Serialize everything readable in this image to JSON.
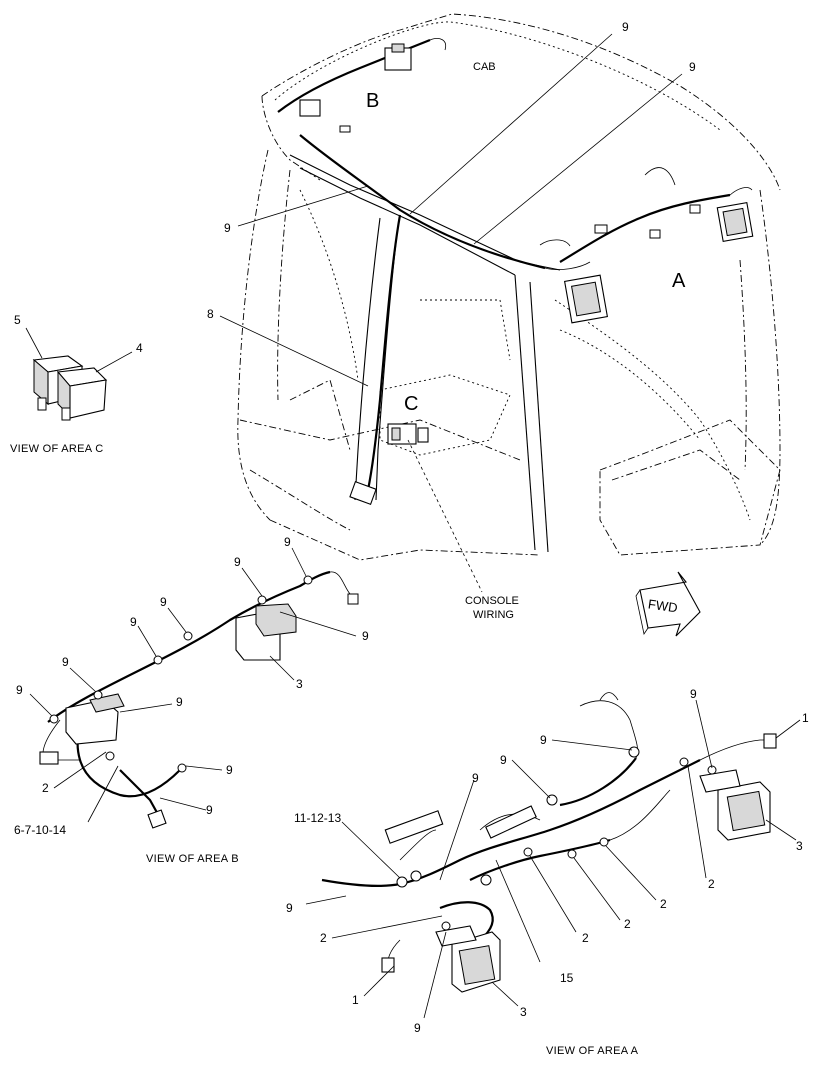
{
  "labels": {
    "cab": "CAB",
    "area_a": "A",
    "area_b": "B",
    "area_c": "C",
    "fwd": "FWD",
    "console_wiring_line1": "CONSOLE",
    "console_wiring_line2": "WIRING",
    "view_a": "VIEW OF AREA  A",
    "view_b": "VIEW OF AREA  B",
    "view_c": "VIEW OF AREA  C"
  },
  "callouts": {
    "cab_9_a": "9",
    "cab_9_b": "9",
    "cab_9_c": "9",
    "cab_8": "8",
    "c_5": "5",
    "c_4": "4",
    "b_9_1": "9",
    "b_9_2": "9",
    "b_9_3": "9",
    "b_9_4": "9",
    "b_9_5": "9",
    "b_9_6": "9",
    "b_9_7": "9",
    "b_9_8": "9",
    "b_9_9": "9",
    "b_9_10": "9",
    "b_3": "3",
    "b_2": "2",
    "b_6_7_10_14": "6-7-10-14",
    "a_9_1": "9",
    "a_9_2": "9",
    "a_9_3": "9",
    "a_9_4": "9",
    "a_9_5": "9",
    "a_9_6": "9",
    "a_1_right": "1",
    "a_1_left": "1",
    "a_3_right": "3",
    "a_3_left": "3",
    "a_2_1": "2",
    "a_2_2": "2",
    "a_2_3": "2",
    "a_2_4": "2",
    "a_2_5": "2",
    "a_11_12_13": "11-12-13",
    "a_15": "15"
  }
}
